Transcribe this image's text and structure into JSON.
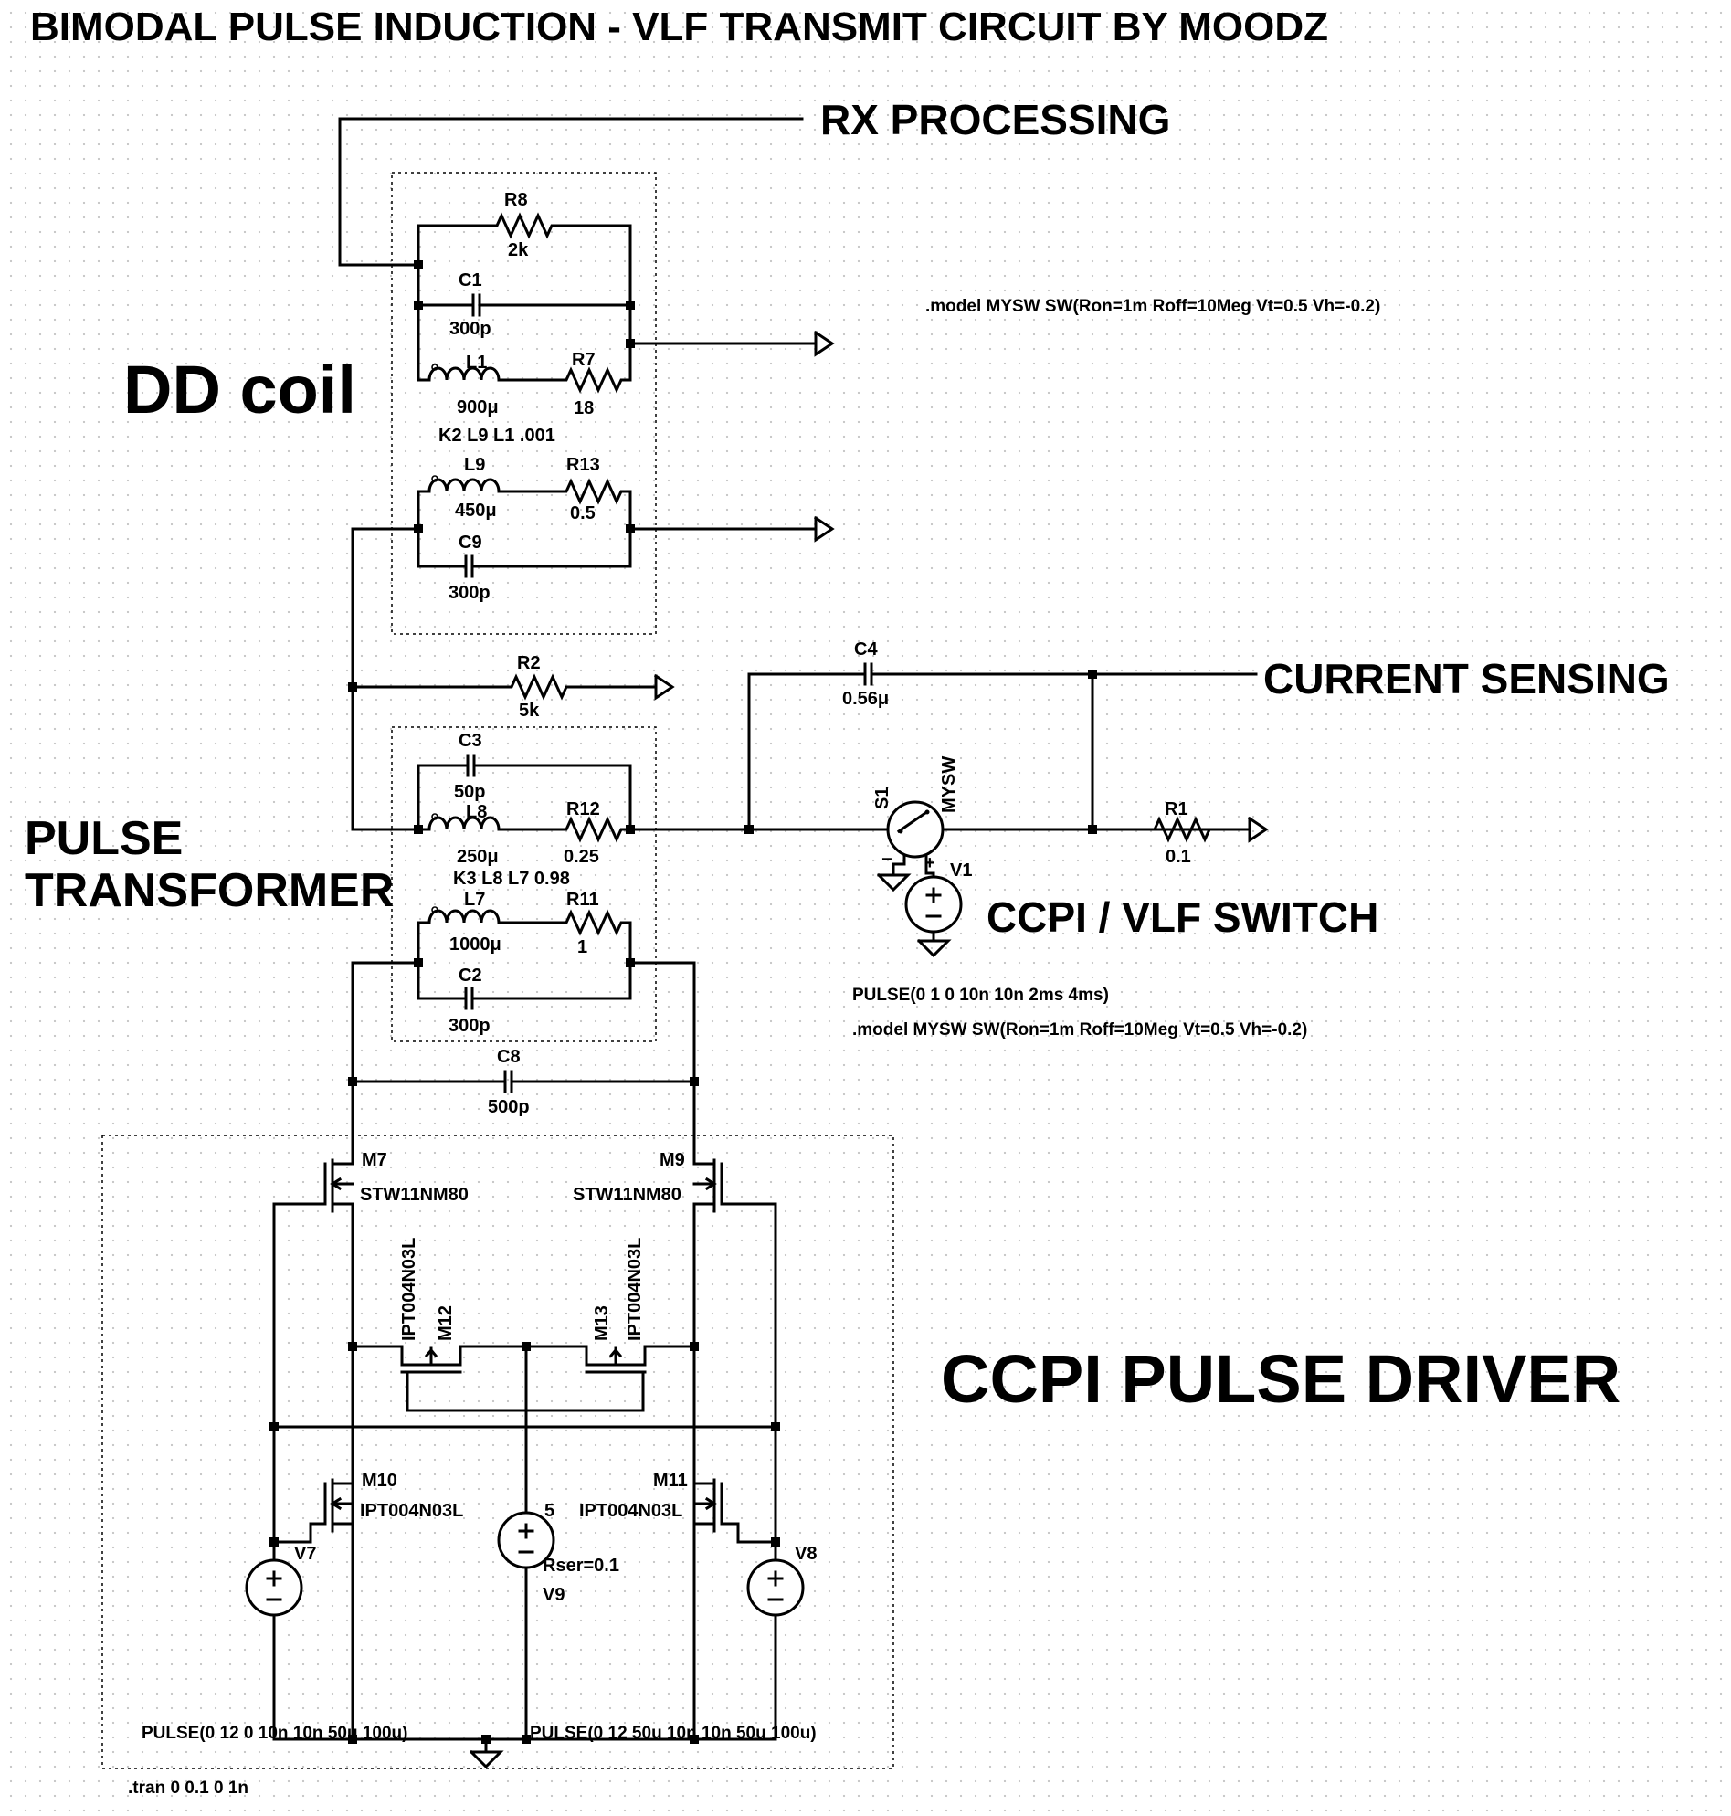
{
  "title": "BIMODAL PULSE INDUCTION - VLF TRANSMIT CIRCUIT BY MOODZ",
  "sections": {
    "rx_processing": "RX PROCESSING",
    "dd_coil": "DD coil",
    "current_sensing": "CURRENT SENSING",
    "pulse_transformer_line1": "PULSE",
    "pulse_transformer_line2": "TRANSFORMER",
    "ccpi_vlf_switch": "CCPI / VLF SWITCH",
    "ccpi_pulse_driver": "CCPI PULSE DRIVER"
  },
  "components": {
    "R8": {
      "ref": "R8",
      "value": "2k"
    },
    "C1": {
      "ref": "C1",
      "value": "300p"
    },
    "L1": {
      "ref": "L1",
      "value": "900μ"
    },
    "R7": {
      "ref": "R7",
      "value": "18"
    },
    "K2": "K2 L9  L1 .001",
    "L9": {
      "ref": "L9",
      "value": "450μ"
    },
    "R13": {
      "ref": "R13",
      "value": "0.5"
    },
    "C9": {
      "ref": "C9",
      "value": "300p"
    },
    "R2": {
      "ref": "R2",
      "value": "5k"
    },
    "C3": {
      "ref": "C3",
      "value": "50p"
    },
    "L8": {
      "ref": "L8",
      "value": "250μ"
    },
    "R12": {
      "ref": "R12",
      "value": "0.25"
    },
    "K3": "K3 L8 L7 0.98",
    "L7": {
      "ref": "L7",
      "value": "1000μ"
    },
    "R11": {
      "ref": "R11",
      "value": "1"
    },
    "C2": {
      "ref": "C2",
      "value": "300p"
    },
    "C8": {
      "ref": "C8",
      "value": "500p"
    },
    "C4": {
      "ref": "C4",
      "value": "0.56μ"
    },
    "S1": {
      "ref": "S1",
      "value": "MYSW"
    },
    "R1": {
      "ref": "R1",
      "value": "0.1"
    },
    "V1": {
      "ref": "V1"
    },
    "M7": {
      "ref": "M7",
      "value": "STW11NM80"
    },
    "M9": {
      "ref": "M9",
      "value": "STW11NM80"
    },
    "M12": {
      "ref": "M12",
      "value": "IPT004N03L"
    },
    "M13": {
      "ref": "M13",
      "value": "IPT004N03L"
    },
    "M10": {
      "ref": "M10",
      "value": "IPT004N03L"
    },
    "M11": {
      "ref": "M11",
      "value": "IPT004N03L"
    },
    "V7": {
      "ref": "V7"
    },
    "V8": {
      "ref": "V8"
    },
    "V9": {
      "ref": "V9",
      "value": "5",
      "rser": "Rser=0.1"
    }
  },
  "directives": {
    "model_top": ".model MYSW SW(Ron=1m Roff=10Meg Vt=0.5 Vh=-0.2)",
    "v1_pulse": "PULSE(0 1 0 10n 10n 2ms 4ms)",
    "model_mid": ".model MYSW SW(Ron=1m Roff=10Meg Vt=0.5 Vh=-0.2)",
    "v7_pulse": "PULSE(0 12 0 10n 10n 50u 100u)",
    "v8_pulse": "PULSE(0 12 50u 10n 10n 50u 100u)",
    "tran": ".tran 0 0.1 0 1n"
  }
}
